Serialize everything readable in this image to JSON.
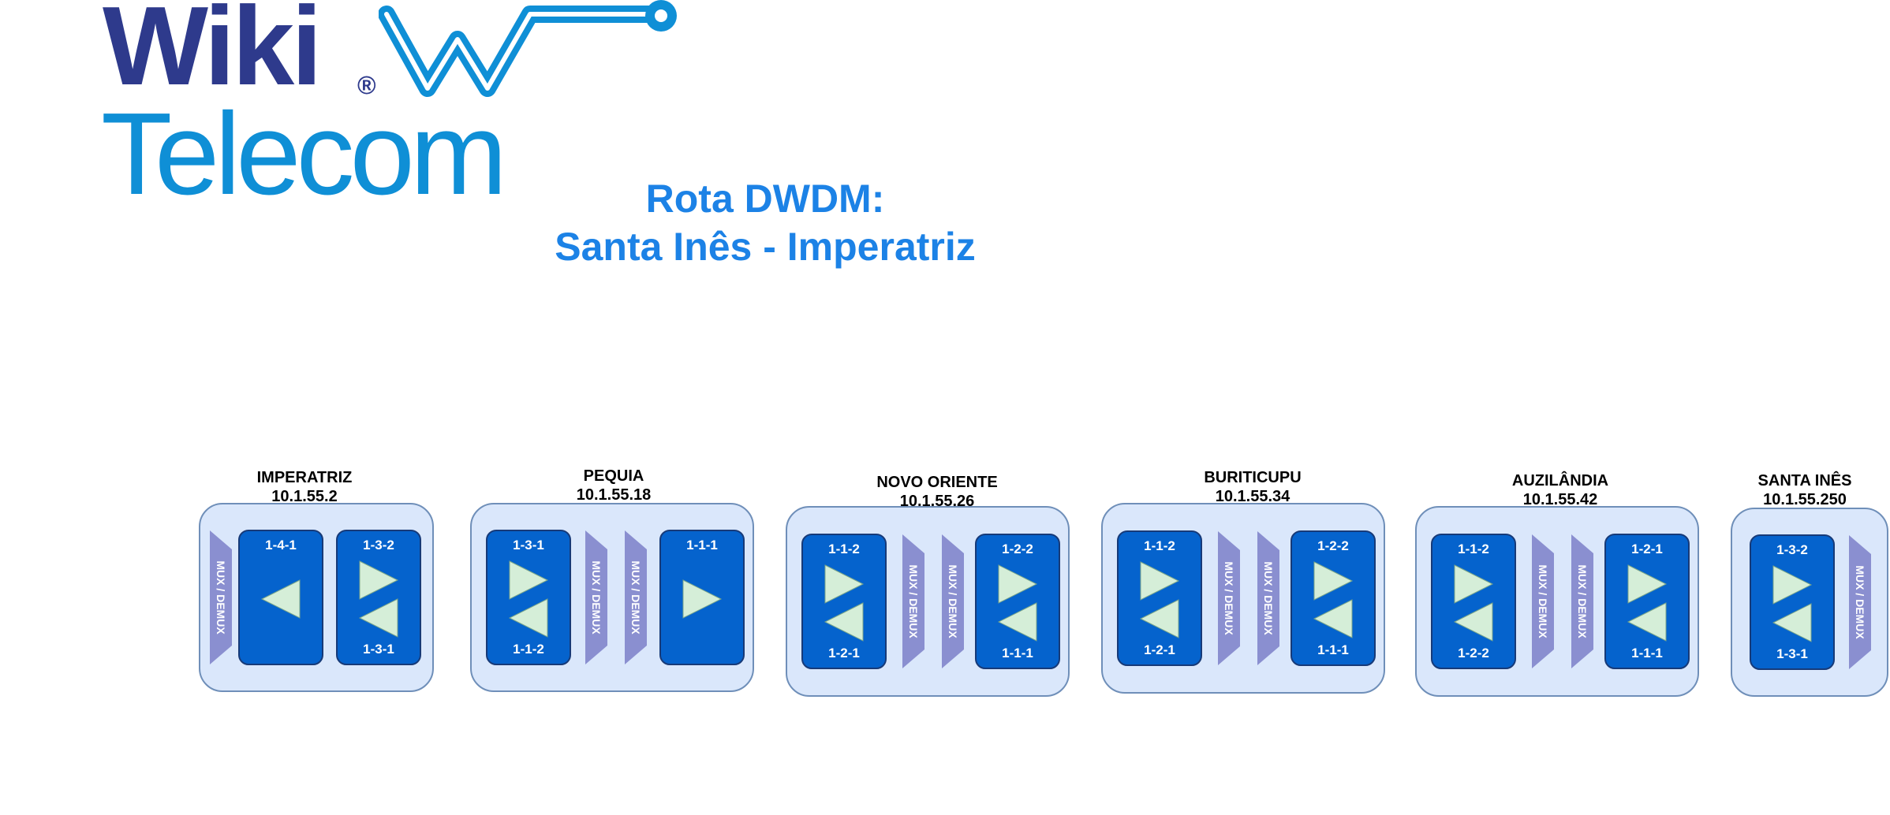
{
  "logo": {
    "wiki": "Wiki",
    "registered": "®",
    "telecom": "Telecom",
    "colors": {
      "dark_blue": "#2e3a8c",
      "light_blue": "#0f8fd6"
    }
  },
  "title": {
    "line1": "Rota DWDM:",
    "line2": "Santa Inês - Imperatriz",
    "color": "#1c82e6"
  },
  "mux_label": "MUX / DEMUX",
  "colors": {
    "site_fill": "#dae7fb",
    "site_border": "#6f8fb9",
    "card_fill": "#0563cd",
    "card_border": "#173a78",
    "mux_fill": "#8a8fd0",
    "amplifier_triangle": "#d5eed8"
  },
  "sites": [
    {
      "name": "IMPERATRIZ",
      "ip": "10.1.55.2",
      "elements": [
        {
          "type": "mux",
          "side": "left"
        },
        {
          "type": "card",
          "labels": [
            "1-4-1"
          ],
          "triangles": [
            "left"
          ]
        },
        {
          "type": "card",
          "labels": [
            "1-3-2",
            "1-3-1"
          ],
          "triangles": [
            "right",
            "left"
          ]
        }
      ]
    },
    {
      "name": "PEQUIA",
      "ip": "10.1.55.18",
      "elements": [
        {
          "type": "card",
          "labels": [
            "1-3-1",
            "1-1-2"
          ],
          "triangles": [
            "right",
            "left"
          ]
        },
        {
          "type": "mux"
        },
        {
          "type": "mux"
        },
        {
          "type": "card",
          "labels": [
            "1-1-1"
          ],
          "triangles": [
            "right"
          ]
        }
      ]
    },
    {
      "name": "NOVO ORIENTE",
      "ip": "10.1.55.26",
      "elements": [
        {
          "type": "card",
          "labels": [
            "1-1-2",
            "1-2-1"
          ],
          "triangles": [
            "right",
            "left"
          ]
        },
        {
          "type": "mux"
        },
        {
          "type": "mux"
        },
        {
          "type": "card",
          "labels": [
            "1-2-2",
            "1-1-1"
          ],
          "triangles": [
            "right",
            "left"
          ]
        }
      ]
    },
    {
      "name": "BURITICUPU",
      "ip": "10.1.55.34",
      "elements": [
        {
          "type": "card",
          "labels": [
            "1-1-2",
            "1-2-1"
          ],
          "triangles": [
            "right",
            "left"
          ]
        },
        {
          "type": "mux"
        },
        {
          "type": "mux"
        },
        {
          "type": "card",
          "labels": [
            "1-2-2",
            "1-1-1"
          ],
          "triangles": [
            "right",
            "left"
          ]
        }
      ]
    },
    {
      "name": "AUZILÂNDIA",
      "ip": "10.1.55.42",
      "elements": [
        {
          "type": "card",
          "labels": [
            "1-1-2",
            "1-2-2"
          ],
          "triangles": [
            "right",
            "left"
          ]
        },
        {
          "type": "mux"
        },
        {
          "type": "mux"
        },
        {
          "type": "card",
          "labels": [
            "1-2-1",
            "1-1-1"
          ],
          "triangles": [
            "right",
            "left"
          ]
        }
      ]
    },
    {
      "name": "SANTA INÊS",
      "ip": "10.1.55.250",
      "elements": [
        {
          "type": "card",
          "labels": [
            "1-3-2",
            "1-3-1"
          ],
          "triangles": [
            "right",
            "left"
          ]
        },
        {
          "type": "mux",
          "side": "right"
        }
      ]
    }
  ]
}
